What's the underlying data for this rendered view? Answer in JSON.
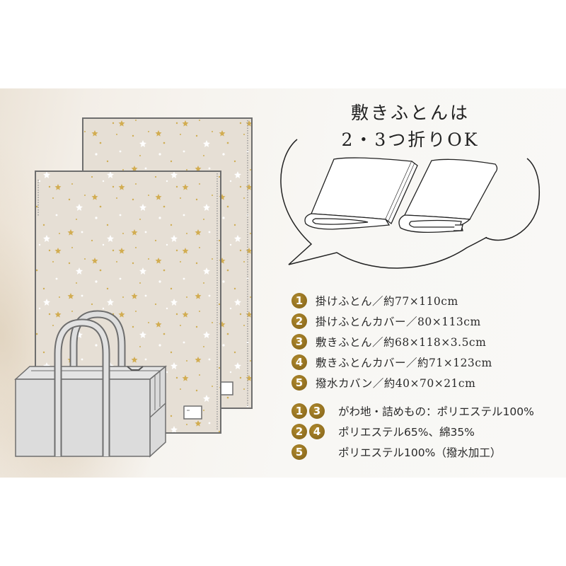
{
  "headline": {
    "line1": "敷きふとんは",
    "line2": "2・3つ折りOK"
  },
  "colors": {
    "accent_gold": "#8f6d1e",
    "highlight": "#c9aa68",
    "panel_fill": "#e6dfd5",
    "bag_fill": "#dcdcdc",
    "outline": "#6e6e6e"
  },
  "illustration": {
    "items": [
      "futon-panel-back",
      "futon-panel-front",
      "storage-bag"
    ],
    "folded_icons": [
      "two-fold-futon",
      "three-fold-futon"
    ]
  },
  "specs": [
    {
      "num": "1",
      "text": "掛けふとん／約77×110cm"
    },
    {
      "num": "2",
      "text": "掛けふとんカバー／80×113cm"
    },
    {
      "num": "3",
      "text": "敷きふとん／約68×118×3.5cm"
    },
    {
      "num": "4",
      "text": "敷きふとんカバー／約71×123cm"
    },
    {
      "num": "5",
      "text": "撥水カバン／約40×70×21cm"
    }
  ],
  "materials": [
    {
      "nums": [
        "1",
        "3"
      ],
      "text": "がわ地・詰めもの：ポリエステル100%"
    },
    {
      "nums": [
        "2",
        "4"
      ],
      "text": "ポリエステル65%、綿35%"
    },
    {
      "nums": [
        "5"
      ],
      "text": "ポリエステル100%（撥水加工）"
    }
  ]
}
